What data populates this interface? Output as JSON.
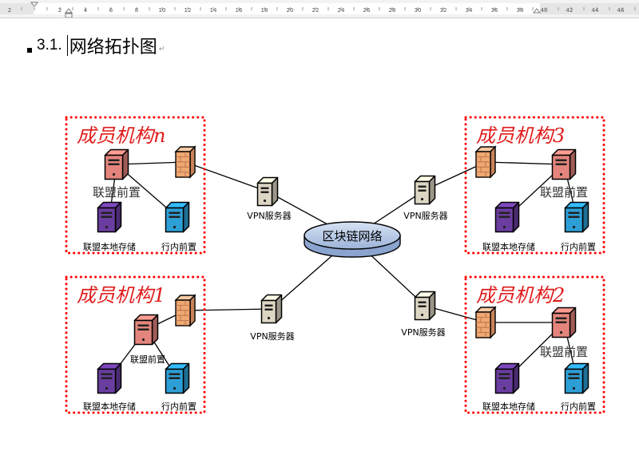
{
  "ruler": {
    "numbers": [
      "2",
      "2",
      "4",
      "6",
      "8",
      "10",
      "12",
      "14",
      "16",
      "18",
      "20",
      "22",
      "24",
      "26",
      "28",
      "30",
      "32",
      "34",
      "36",
      "38",
      "40",
      "42",
      "44",
      "46"
    ]
  },
  "heading": {
    "number": "3.1.",
    "title": "网络拓扑图",
    "return_mark": "↵"
  },
  "diagram": {
    "center_label": "区块链网络",
    "vpn_label": "VPN服务器",
    "orgs": [
      {
        "title": "成员机构n",
        "gateway": "联盟前置",
        "storage": "联盟本地存储",
        "bank": "行内前置"
      },
      {
        "title": "成员机构3",
        "gateway": "联盟前置",
        "storage": "联盟本地存储",
        "bank": "行内前置"
      },
      {
        "title": "成员机构1",
        "gateway": "联盟前置",
        "storage": "联盟本地存储",
        "bank": "行内前置"
      },
      {
        "title": "成员机构2",
        "gateway": "联盟前置",
        "storage": "联盟本地存储",
        "bank": "行内前置"
      }
    ]
  },
  "colors": {
    "border_dotted": "#ff0000",
    "org_title": "#e01b1b",
    "gateway_server": "#e3857c",
    "storage_server": "#6a3da0",
    "bank_server": "#2c9fd6",
    "firewall": "#f0a872",
    "vpn_server": "#ddd6c4",
    "hub": "#b4c7e7"
  }
}
